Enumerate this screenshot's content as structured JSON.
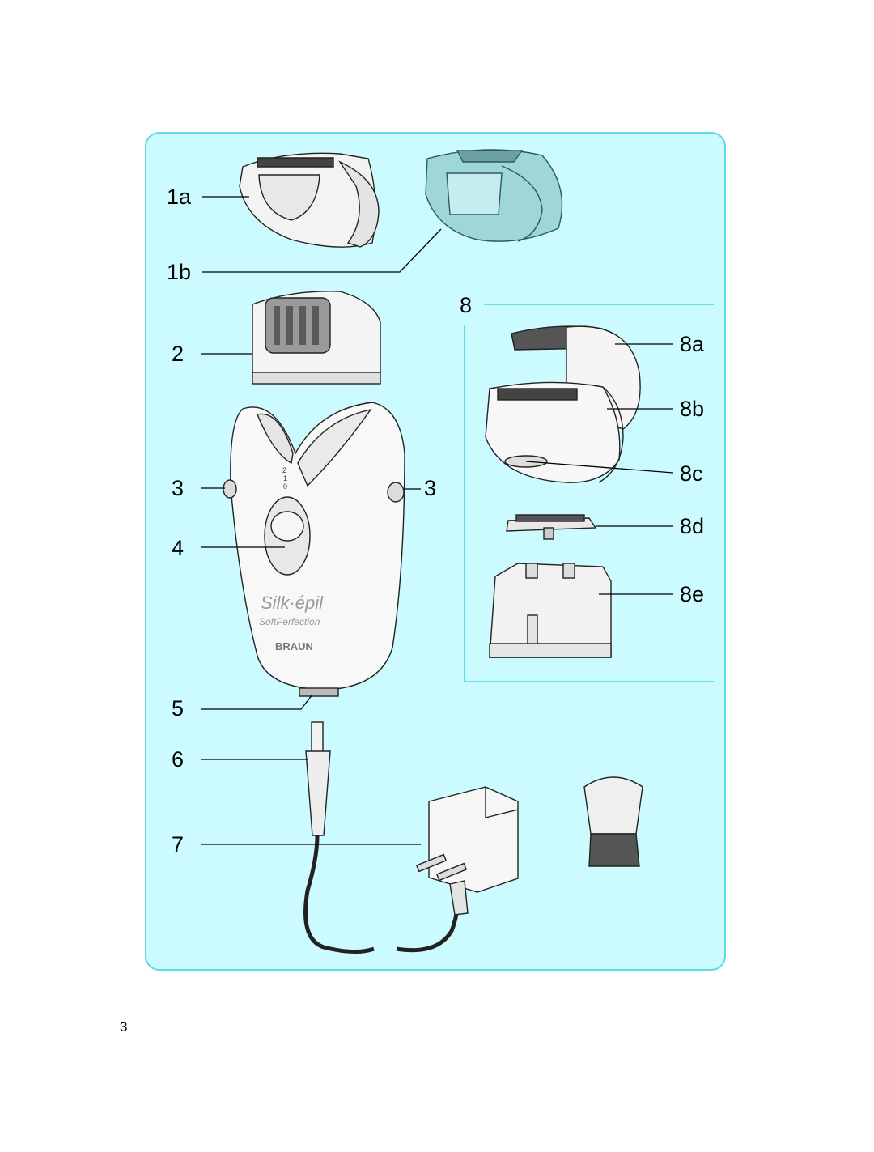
{
  "figure": {
    "labels": {
      "l1a": "1a",
      "l1b": "1b",
      "l2": "2",
      "l3_left": "3",
      "l3_right": "3",
      "l4": "4",
      "l5": "5",
      "l6": "6",
      "l7": "7",
      "l8": "8",
      "l8a": "8a",
      "l8b": "8b",
      "l8c": "8c",
      "l8d": "8d",
      "l8e": "8e"
    },
    "device": {
      "brand_line1": "Silk·épil",
      "brand_line2": "SoftPerfection",
      "maker": "BRAUN",
      "switch_marks": [
        "2",
        "1",
        "0"
      ]
    },
    "colors": {
      "panel_bg": "#ccfbff",
      "panel_border": "#5fd8e6",
      "cap_tint": "#9fd6d8"
    }
  },
  "page_number": "3"
}
